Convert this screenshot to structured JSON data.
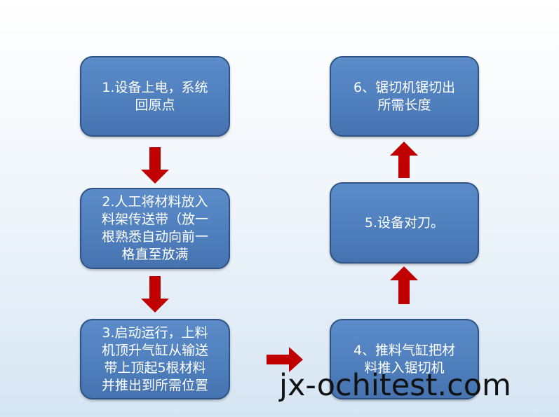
{
  "colors": {
    "box_fill": "#4f81bd",
    "box_border": "#2e5384",
    "box_text": "#ffffff",
    "arrow": "#c00000",
    "watermark_text": "#111111"
  },
  "steps": [
    {
      "lines": [
        "1.设备上电，系统",
        "回原点"
      ]
    },
    {
      "lines": [
        "2.人工将材料放入",
        "料架传送带（放一",
        "根熟悉自动向前一",
        "格直至放满"
      ]
    },
    {
      "lines": [
        "3.启动运行，上料",
        "机顶升气缸从输送",
        "带上顶起5根材料",
        "并推出到所需位置"
      ]
    },
    {
      "lines": [
        "4、推料气缸把材",
        "料推入锯切机"
      ]
    },
    {
      "lines": [
        "5.设备对刀。"
      ]
    },
    {
      "lines": [
        "6、锯切机锯切出",
        "所需长度"
      ]
    }
  ],
  "arrows": [
    {
      "icon": "arrow-down-icon"
    },
    {
      "icon": "arrow-down-icon"
    },
    {
      "icon": "arrow-right-icon"
    },
    {
      "icon": "arrow-up-icon"
    },
    {
      "icon": "arrow-up-icon"
    }
  ],
  "watermark": "jx-ochitest.com"
}
